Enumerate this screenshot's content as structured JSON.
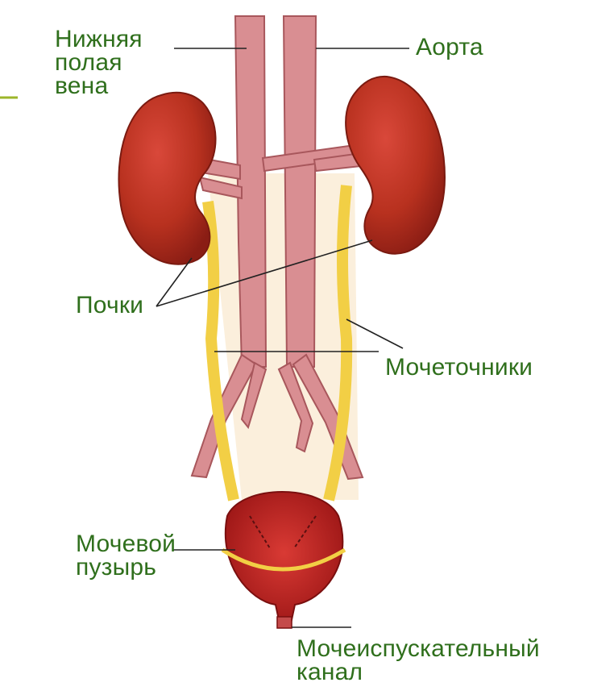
{
  "colors": {
    "label_text": "#2f6f1c",
    "accent_line": "#9cb62a",
    "kidney": "#b8311f",
    "vessel": "#d98e92",
    "ureter": "#f2cf45",
    "bladder": "#b81f1f"
  },
  "labels": {
    "ivc": [
      "Нижняя",
      "полая",
      "вена"
    ],
    "aorta": "Аорта",
    "kidneys": "Почки",
    "ureters": "Мочеточники",
    "bladder": [
      "Мочевой",
      "пузырь"
    ],
    "urethra": [
      "Мочеиспускательный",
      "канал"
    ]
  }
}
